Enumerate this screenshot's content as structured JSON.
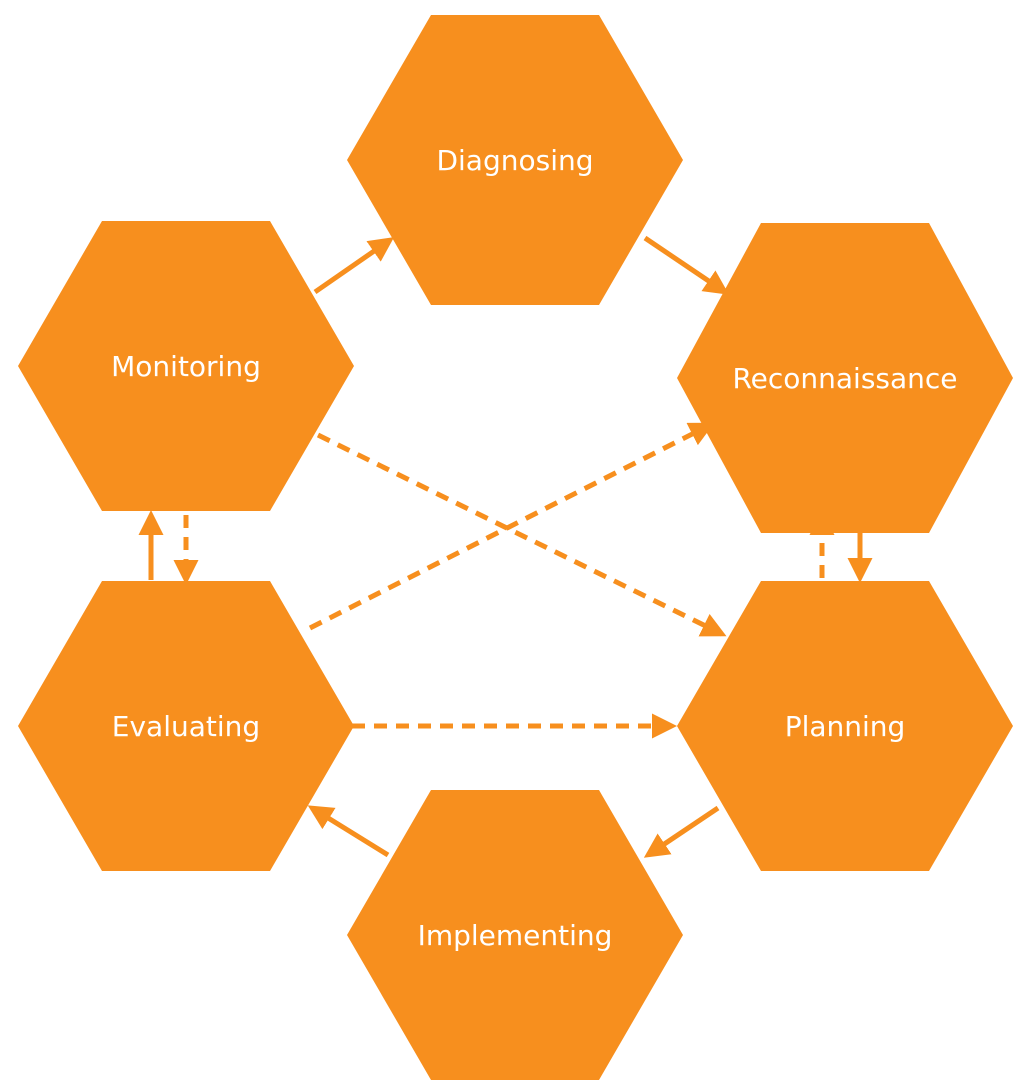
{
  "diagram": {
    "fill_color": "#f78f1e",
    "nodes": [
      {
        "id": "diagnosing",
        "label": "Diagnosing"
      },
      {
        "id": "reconnaissance",
        "label": "Reconnaissance"
      },
      {
        "id": "planning",
        "label": "Planning"
      },
      {
        "id": "implementing",
        "label": "Implementing"
      },
      {
        "id": "evaluating",
        "label": "Evaluating"
      },
      {
        "id": "monitoring",
        "label": "Monitoring"
      }
    ],
    "edges": [
      {
        "from": "monitoring",
        "to": "diagnosing",
        "style": "solid"
      },
      {
        "from": "diagnosing",
        "to": "reconnaissance",
        "style": "solid"
      },
      {
        "from": "reconnaissance",
        "to": "planning",
        "style": "solid"
      },
      {
        "from": "planning",
        "to": "reconnaissance",
        "style": "dashed"
      },
      {
        "from": "planning",
        "to": "implementing",
        "style": "solid"
      },
      {
        "from": "implementing",
        "to": "evaluating",
        "style": "solid"
      },
      {
        "from": "evaluating",
        "to": "monitoring",
        "style": "solid"
      },
      {
        "from": "monitoring",
        "to": "evaluating",
        "style": "dashed"
      },
      {
        "from": "evaluating",
        "to": "planning",
        "style": "dashed"
      },
      {
        "from": "evaluating",
        "to": "reconnaissance",
        "style": "dashed"
      },
      {
        "from": "monitoring",
        "to": "planning",
        "style": "dashed"
      }
    ]
  }
}
